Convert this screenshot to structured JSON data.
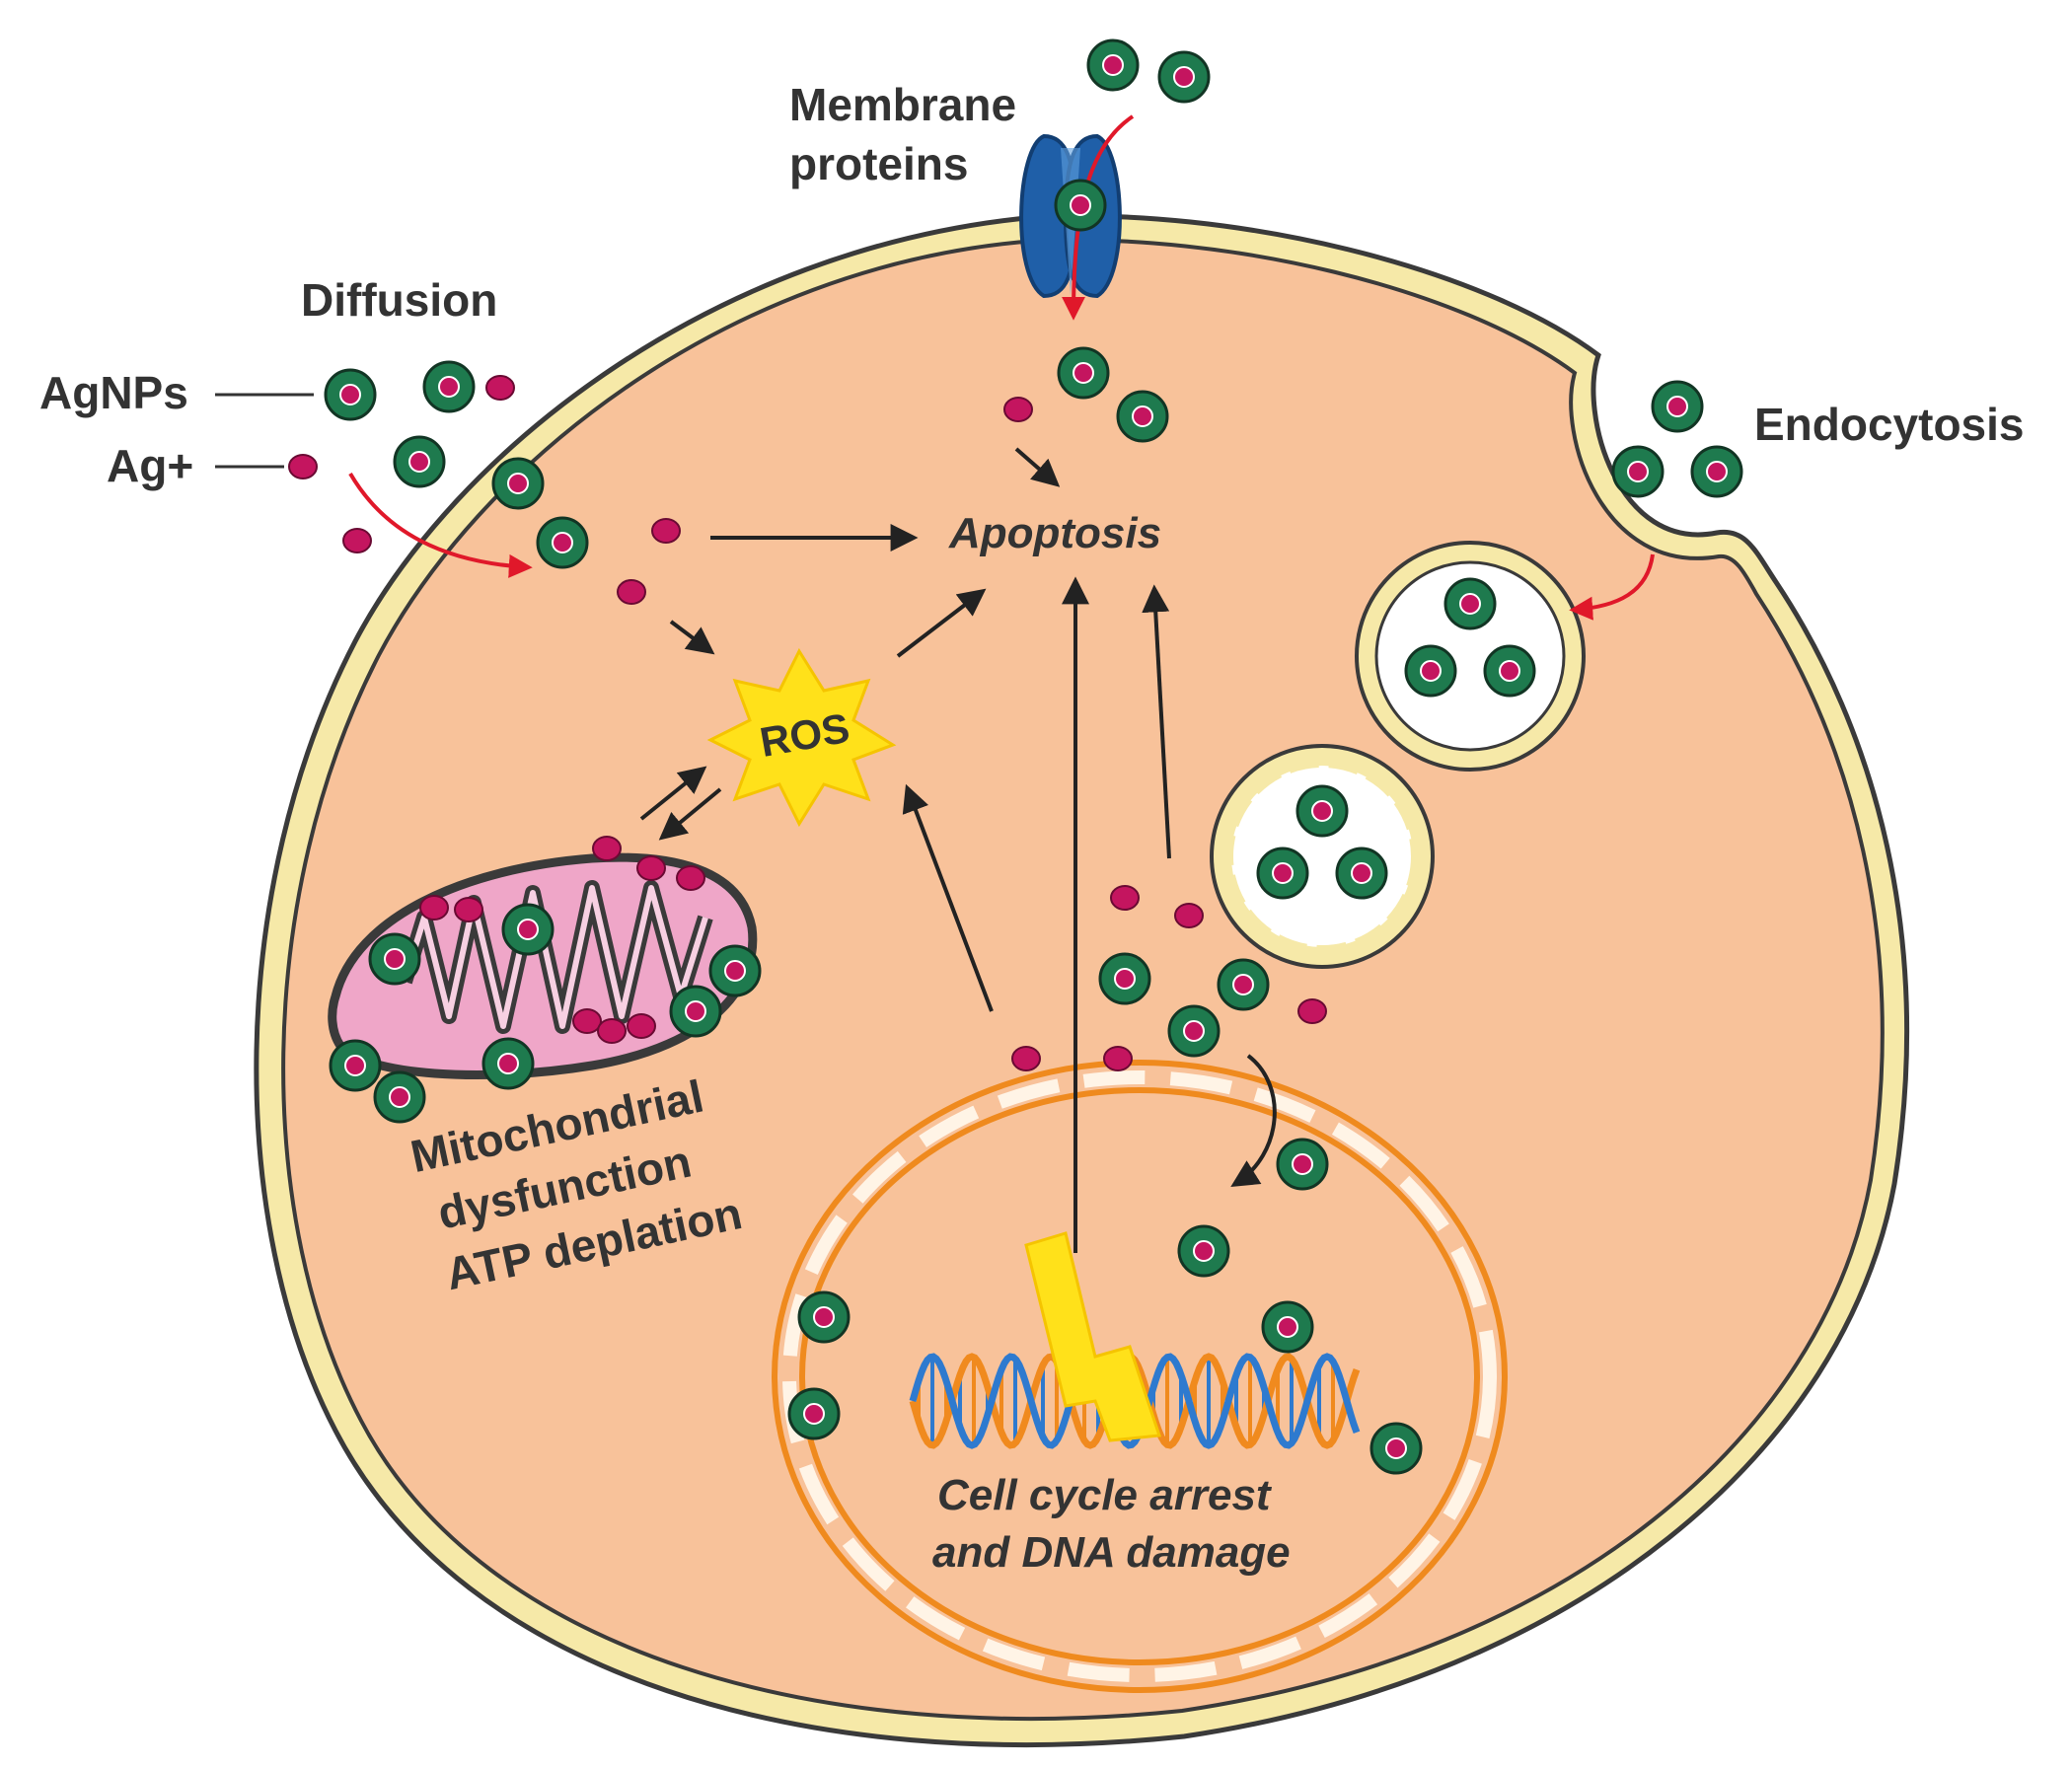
{
  "labels": {
    "membrane_proteins_line1": "Membrane",
    "membrane_proteins_line2": "proteins",
    "diffusion": "Diffusion",
    "agnps": "AgNPs",
    "ag_ion": "Ag+",
    "endocytosis": "Endocytosis",
    "apoptosis": "Apoptosis",
    "ros": "ROS",
    "mito_line1": "Mitochondrial",
    "mito_line2": "dysfunction",
    "mito_line3": "ATP deplation",
    "nucleus_line1": "Cell cycle arrest",
    "nucleus_line2": "and DNA damage"
  },
  "colors": {
    "cytoplasm": "#F8C29A",
    "membrane": "#F6E9A8",
    "outline": "#3A3A3A",
    "nanoparticle_ring": "#1E7A4E",
    "silver_ion": "#C4155F",
    "ros_burst": "#FFE11A",
    "mitochondrion": "#EFA6C8",
    "nucleus_envelope": "#EF8A1E",
    "dna_orange": "#F08A1E",
    "dna_blue": "#2E7ACF",
    "channel_blue": "#1F5FA8",
    "transport_arrow": "#E0182A",
    "pathway_arrow": "#222222"
  }
}
